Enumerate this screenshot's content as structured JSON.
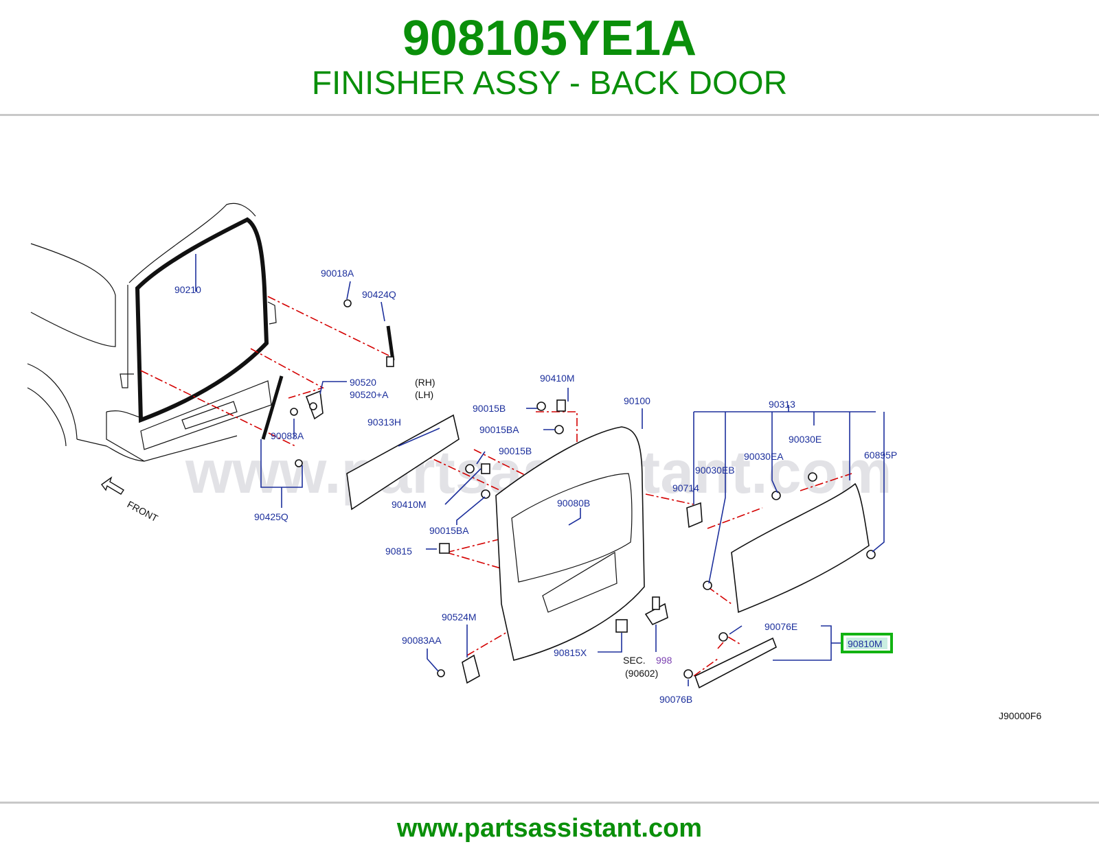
{
  "header": {
    "part_number": "908105YE1A",
    "part_name": "FINISHER ASSY - BACK DOOR"
  },
  "watermark": "www.partsassistant.com",
  "footer": {
    "url": "www.partsassistant.com"
  },
  "diagram": {
    "code": "J90000F6",
    "front_label": "FRONT",
    "highlight_color": "#12b312",
    "labels": {
      "p90210": "90210",
      "p90018A": "90018A",
      "p90424Q": "90424Q",
      "p90520": "90520",
      "p90520A": "90520+A",
      "rh": "(RH)",
      "lh": "(LH)",
      "p90083A": "90083A",
      "p90425Q": "90425Q",
      "p90313H": "90313H",
      "p90410M_top": "90410M",
      "p90015B_top": "90015B",
      "p90015BA_top": "90015BA",
      "p90100": "90100",
      "p90313": "90313",
      "p90030E": "90030E",
      "p90030EA": "90030EA",
      "p90030EB": "90030EB",
      "p60895P": "60895P",
      "p90714": "90714",
      "p90015B_mid": "90015B",
      "p90410M_mid": "90410M",
      "p90015BA_mid": "90015BA",
      "p90080B": "90080B",
      "p90815": "90815",
      "p90524M": "90524M",
      "p90083AA": "90083AA",
      "p90815X": "90815X",
      "sec": "SEC.",
      "sec_num": "998",
      "sec_ref": "(90602)",
      "p90076E": "90076E",
      "p90076B": "90076B",
      "p90810M": "90810M"
    }
  }
}
